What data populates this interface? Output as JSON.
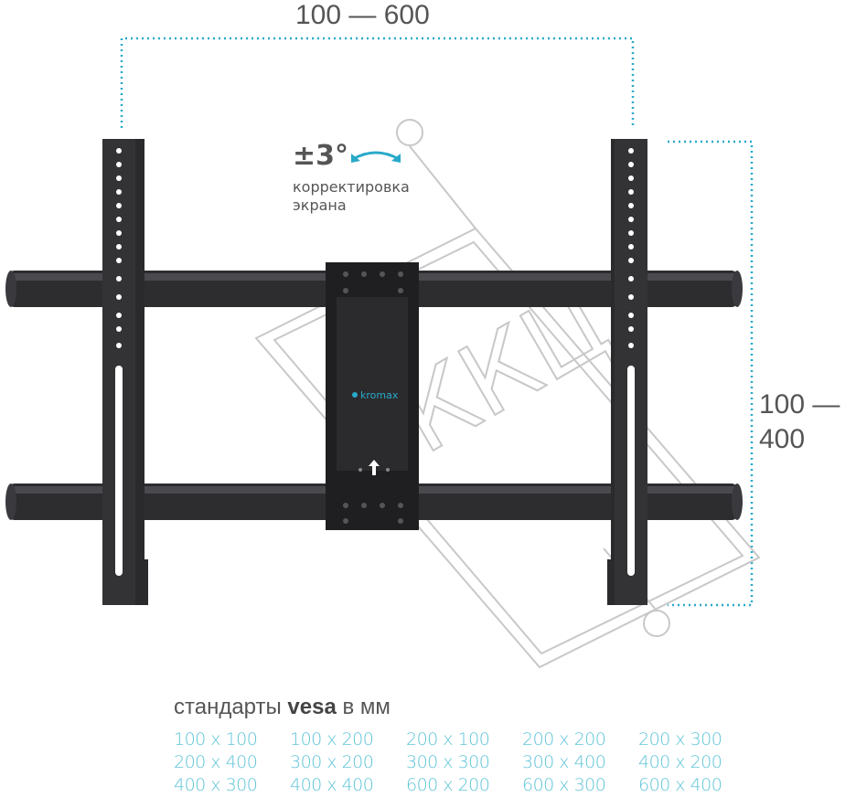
{
  "dimensions": {
    "width_range": "100 — 600",
    "height_range_top": "100 —",
    "height_range_bottom": "400"
  },
  "tilt": {
    "angle": "±3°",
    "caption_line1": "корректировка",
    "caption_line2": "экрана"
  },
  "brand": {
    "logo_text": "kromax"
  },
  "watermark": {
    "text": "ККЦ"
  },
  "vesa": {
    "title_prefix": "стандарты",
    "title_bold": "vesa",
    "title_suffix": "в мм",
    "sizes": [
      "100 x 100",
      "100 x 200",
      "200 x 100",
      "200 x 200",
      "200 x 300",
      "200 x 400",
      "300 x 200",
      "300 x 300",
      "300 x 400",
      "400 x 200",
      "400 x 300",
      "400 x 400",
      "600 x 200",
      "600 x 300",
      "600 x 400"
    ]
  },
  "colors": {
    "accent": "#29a9c9",
    "metal": "#2a2a2c"
  }
}
